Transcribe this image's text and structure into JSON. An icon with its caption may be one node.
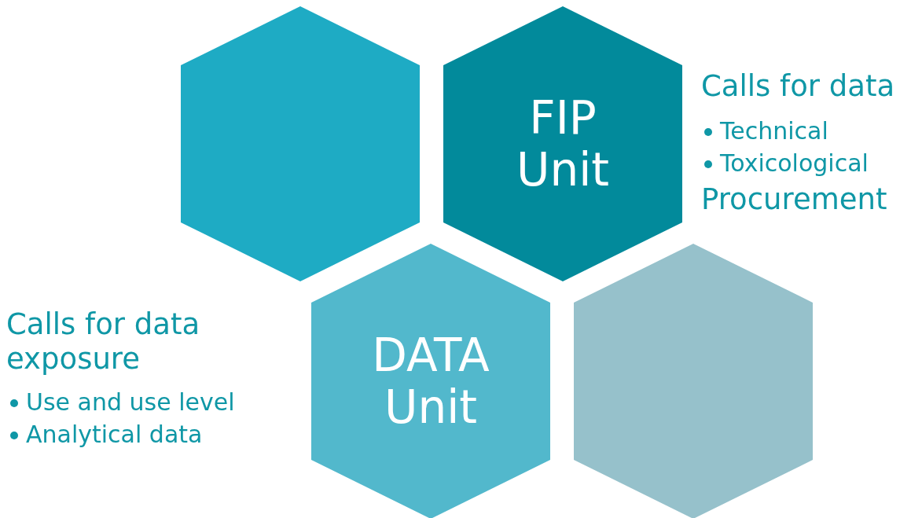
{
  "diagram": {
    "nodes": [
      {
        "text": [],
        "shape": "hexagon"
      },
      {
        "text": [
          "FIP Unit"
        ],
        "beside": [
          "Calls for data",
          "Technical",
          "Toxicological",
          "Procurement"
        ]
      },
      {
        "text": [
          "DATA Unit"
        ],
        "beside": [
          "Calls for data exposure",
          "Use and use level",
          "Analytical data"
        ]
      },
      {
        "text": [],
        "shape": "hexagon"
      }
    ]
  }
}
